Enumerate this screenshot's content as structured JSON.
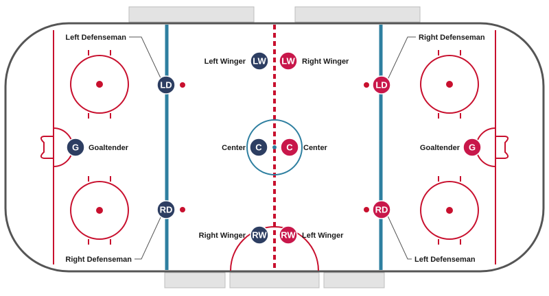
{
  "colors": {
    "board": "#555555",
    "red_line": "#c8102e",
    "blue_line": "#2e7fa0",
    "team_navy": "#2d3e62",
    "team_red": "#c8174a",
    "bench": "#e3e3e3",
    "bench_border": "#bdbdbd",
    "leader": "#555555"
  },
  "players": {
    "navy_ld": {
      "abbr": "LD",
      "label": "Left Defenseman"
    },
    "navy_rd": {
      "abbr": "RD",
      "label": "Right Defenseman"
    },
    "navy_lw": {
      "abbr": "LW",
      "label": "Left Winger"
    },
    "navy_rw": {
      "abbr": "RW",
      "label": "Right Winger"
    },
    "navy_c": {
      "abbr": "C",
      "label": "Center"
    },
    "navy_g": {
      "abbr": "G",
      "label": "Goaltender"
    },
    "red_ld": {
      "abbr": "LD",
      "label": "Right Defenseman"
    },
    "red_rd": {
      "abbr": "RD",
      "label": "Left Defenseman"
    },
    "red_lw": {
      "abbr": "LW",
      "label": "Right Winger"
    },
    "red_rw": {
      "abbr": "RW",
      "label": "Left Winger"
    },
    "red_c": {
      "abbr": "C",
      "label": "Center"
    },
    "red_g": {
      "abbr": "G",
      "label": "Goaltender"
    }
  }
}
